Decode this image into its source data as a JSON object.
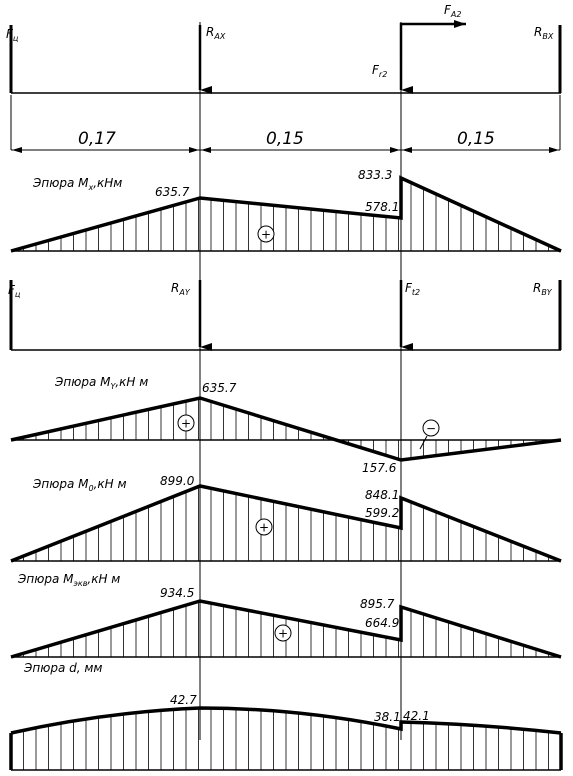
{
  "loads_xz": {
    "fc": "F",
    "fc_sub": "ц",
    "rax": "R",
    "rax_sub": "AX",
    "fr2": "F",
    "fr2_sub": "r2",
    "fa2": "F",
    "fa2_sub": "A2",
    "rbx": "R",
    "rbx_sub": "BX"
  },
  "dimensions": [
    "0,17",
    "0,15",
    "0,15"
  ],
  "mx": {
    "title": "Эпюра M",
    "title_sub": "x",
    "title_unit": ",кНм",
    "sign": "+",
    "values": [
      "635.7",
      "833.3",
      "578.1"
    ]
  },
  "loads_yz": {
    "fc": "F",
    "fc_sub": "ц",
    "ray": "R",
    "ray_sub": "AY",
    "ft2": "F",
    "ft2_sub": "t2",
    "rby": "R",
    "rby_sub": "BY"
  },
  "my": {
    "title": "Эпюра M",
    "title_sub": "Y",
    "title_unit": ",кН м",
    "sign_pos": "+",
    "sign_neg": "−",
    "values": [
      "635.7",
      "157.6"
    ]
  },
  "m0": {
    "title": "Эпюра M",
    "title_sub": "0",
    "title_unit": ",кН м",
    "sign": "+",
    "values": [
      "899.0",
      "848.1",
      "599.2"
    ]
  },
  "meq": {
    "title": "Эпюра M",
    "title_sub": "экв",
    "title_unit": ",кН м",
    "sign": "+",
    "values": [
      "934.5",
      "895.7",
      "664.9"
    ]
  },
  "d": {
    "title": "Эпюра d, мм",
    "values": [
      "42.7",
      "38.1",
      "42.1"
    ]
  }
}
